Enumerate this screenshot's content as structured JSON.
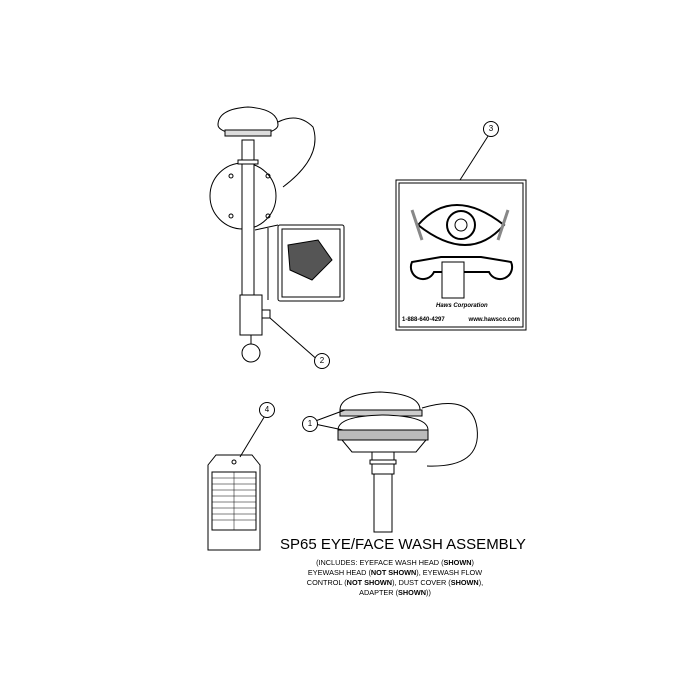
{
  "title": "SP65 EYE/FACE WASH ASSEMBLY",
  "subtitle_lines": [
    [
      "(INCLUDES: EYEFACE WASH HEAD (",
      "SHOWN",
      ")"
    ],
    [
      "EYEWASH HEAD (",
      "NOT SHOWN",
      "), EYEWASH FLOW"
    ],
    [
      "CONTROL (",
      "NOT SHOWN",
      "), DUST COVER (",
      "SHOWN",
      "),"
    ],
    [
      "ADAPTER (",
      "SHOWN",
      "))"
    ]
  ],
  "callouts": [
    "1",
    "2",
    "3",
    "4"
  ],
  "sign": {
    "phone": "1-888-640-4297",
    "website": "www.hawsco.com",
    "logo_text": "Haws Corporation"
  }
}
